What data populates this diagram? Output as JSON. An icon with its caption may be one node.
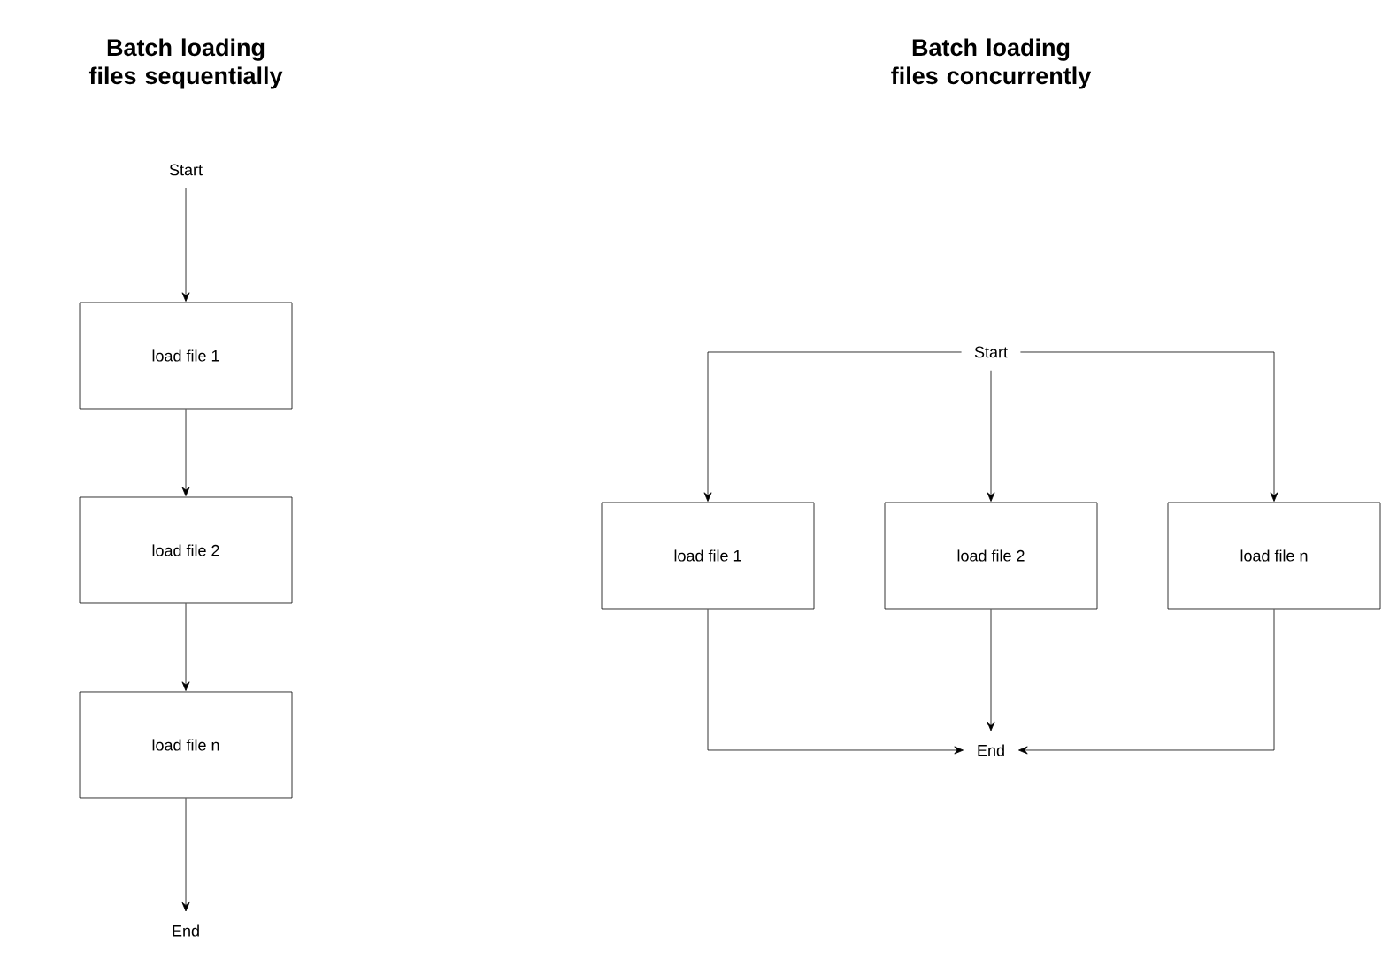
{
  "diagram": {
    "nodes": [
      {
        "text": [
          "Start"
        ]
      },
      {
        "text": [
          "load file 1"
        ]
      },
      {
        "text": [
          "load file 2"
        ]
      },
      {
        "text": [
          "load file n"
        ]
      },
      {
        "text": [
          "End"
        ]
      },
      {
        "text": [
          "Start"
        ]
      },
      {
        "text": [
          "load file 1"
        ]
      },
      {
        "text": [
          "load file 2"
        ]
      },
      {
        "text": [
          "load file n"
        ]
      },
      {
        "text": [
          "End"
        ]
      }
    ],
    "edges": [
      {
        "from": 0,
        "to": 1,
        "arrow": "to"
      },
      {
        "from": 1,
        "to": 2,
        "arrow": "to"
      },
      {
        "from": 2,
        "to": 3,
        "arrow": "to"
      },
      {
        "from": 3,
        "to": 4,
        "arrow": "to"
      },
      {
        "from": 5,
        "to": 6,
        "arrow": "to"
      },
      {
        "from": 5,
        "to": 7,
        "arrow": "to"
      },
      {
        "from": 5,
        "to": 8,
        "arrow": "to"
      },
      {
        "from": 6,
        "to": 9,
        "arrow": "to"
      },
      {
        "from": 7,
        "to": 9,
        "arrow": "to"
      },
      {
        "from": 8,
        "to": 9,
        "arrow": "to"
      }
    ],
    "labels": [
      "Batch loading files sequentially",
      "Batch loading files concurrently"
    ]
  }
}
